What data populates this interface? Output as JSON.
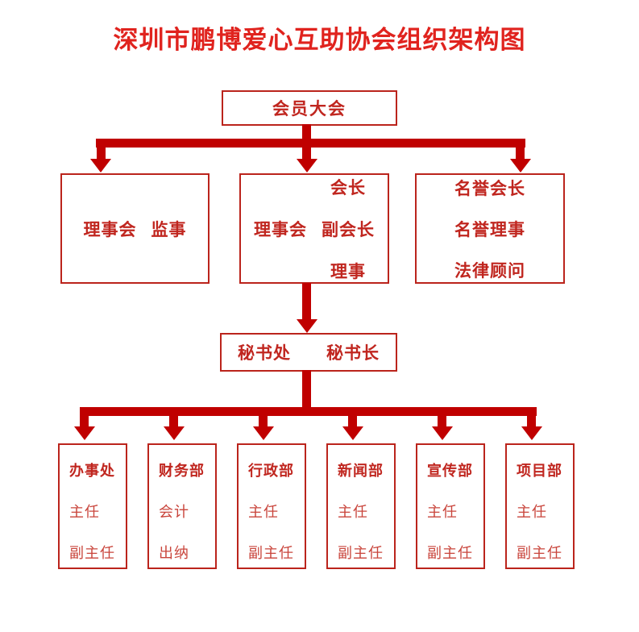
{
  "title": "深圳市鹏博爱心互助协会组织架构图",
  "colors": {
    "title_text": "#e0231e",
    "node_text": "#c0261f",
    "node_text_secondary": "#c9453c",
    "line": "#c00000",
    "border": "#bb241c",
    "background": "#ffffff"
  },
  "nodes": {
    "top": {
      "label": "会员大会"
    },
    "level2": {
      "left": {
        "labels": [
          "理事会",
          "监事"
        ]
      },
      "middle": {
        "label": "理事会",
        "roles": [
          "会长",
          "副会长",
          "理事"
        ]
      },
      "right": {
        "roles": [
          "名誉会长",
          "名誉理事",
          "法律顾问"
        ]
      }
    },
    "secretariat": {
      "labels": [
        "秘书处",
        "秘书长"
      ]
    },
    "departments": [
      {
        "name": "办事处",
        "roles": [
          "主任",
          "副主任"
        ]
      },
      {
        "name": "财务部",
        "roles": [
          "会计",
          "出纳"
        ]
      },
      {
        "name": "行政部",
        "roles": [
          "主任",
          "副主任"
        ]
      },
      {
        "name": "新闻部",
        "roles": [
          "主任",
          "副主任"
        ]
      },
      {
        "name": "宣传部",
        "roles": [
          "主任",
          "副主任"
        ]
      },
      {
        "name": "项目部",
        "roles": [
          "主任",
          "副主任"
        ]
      }
    ]
  }
}
